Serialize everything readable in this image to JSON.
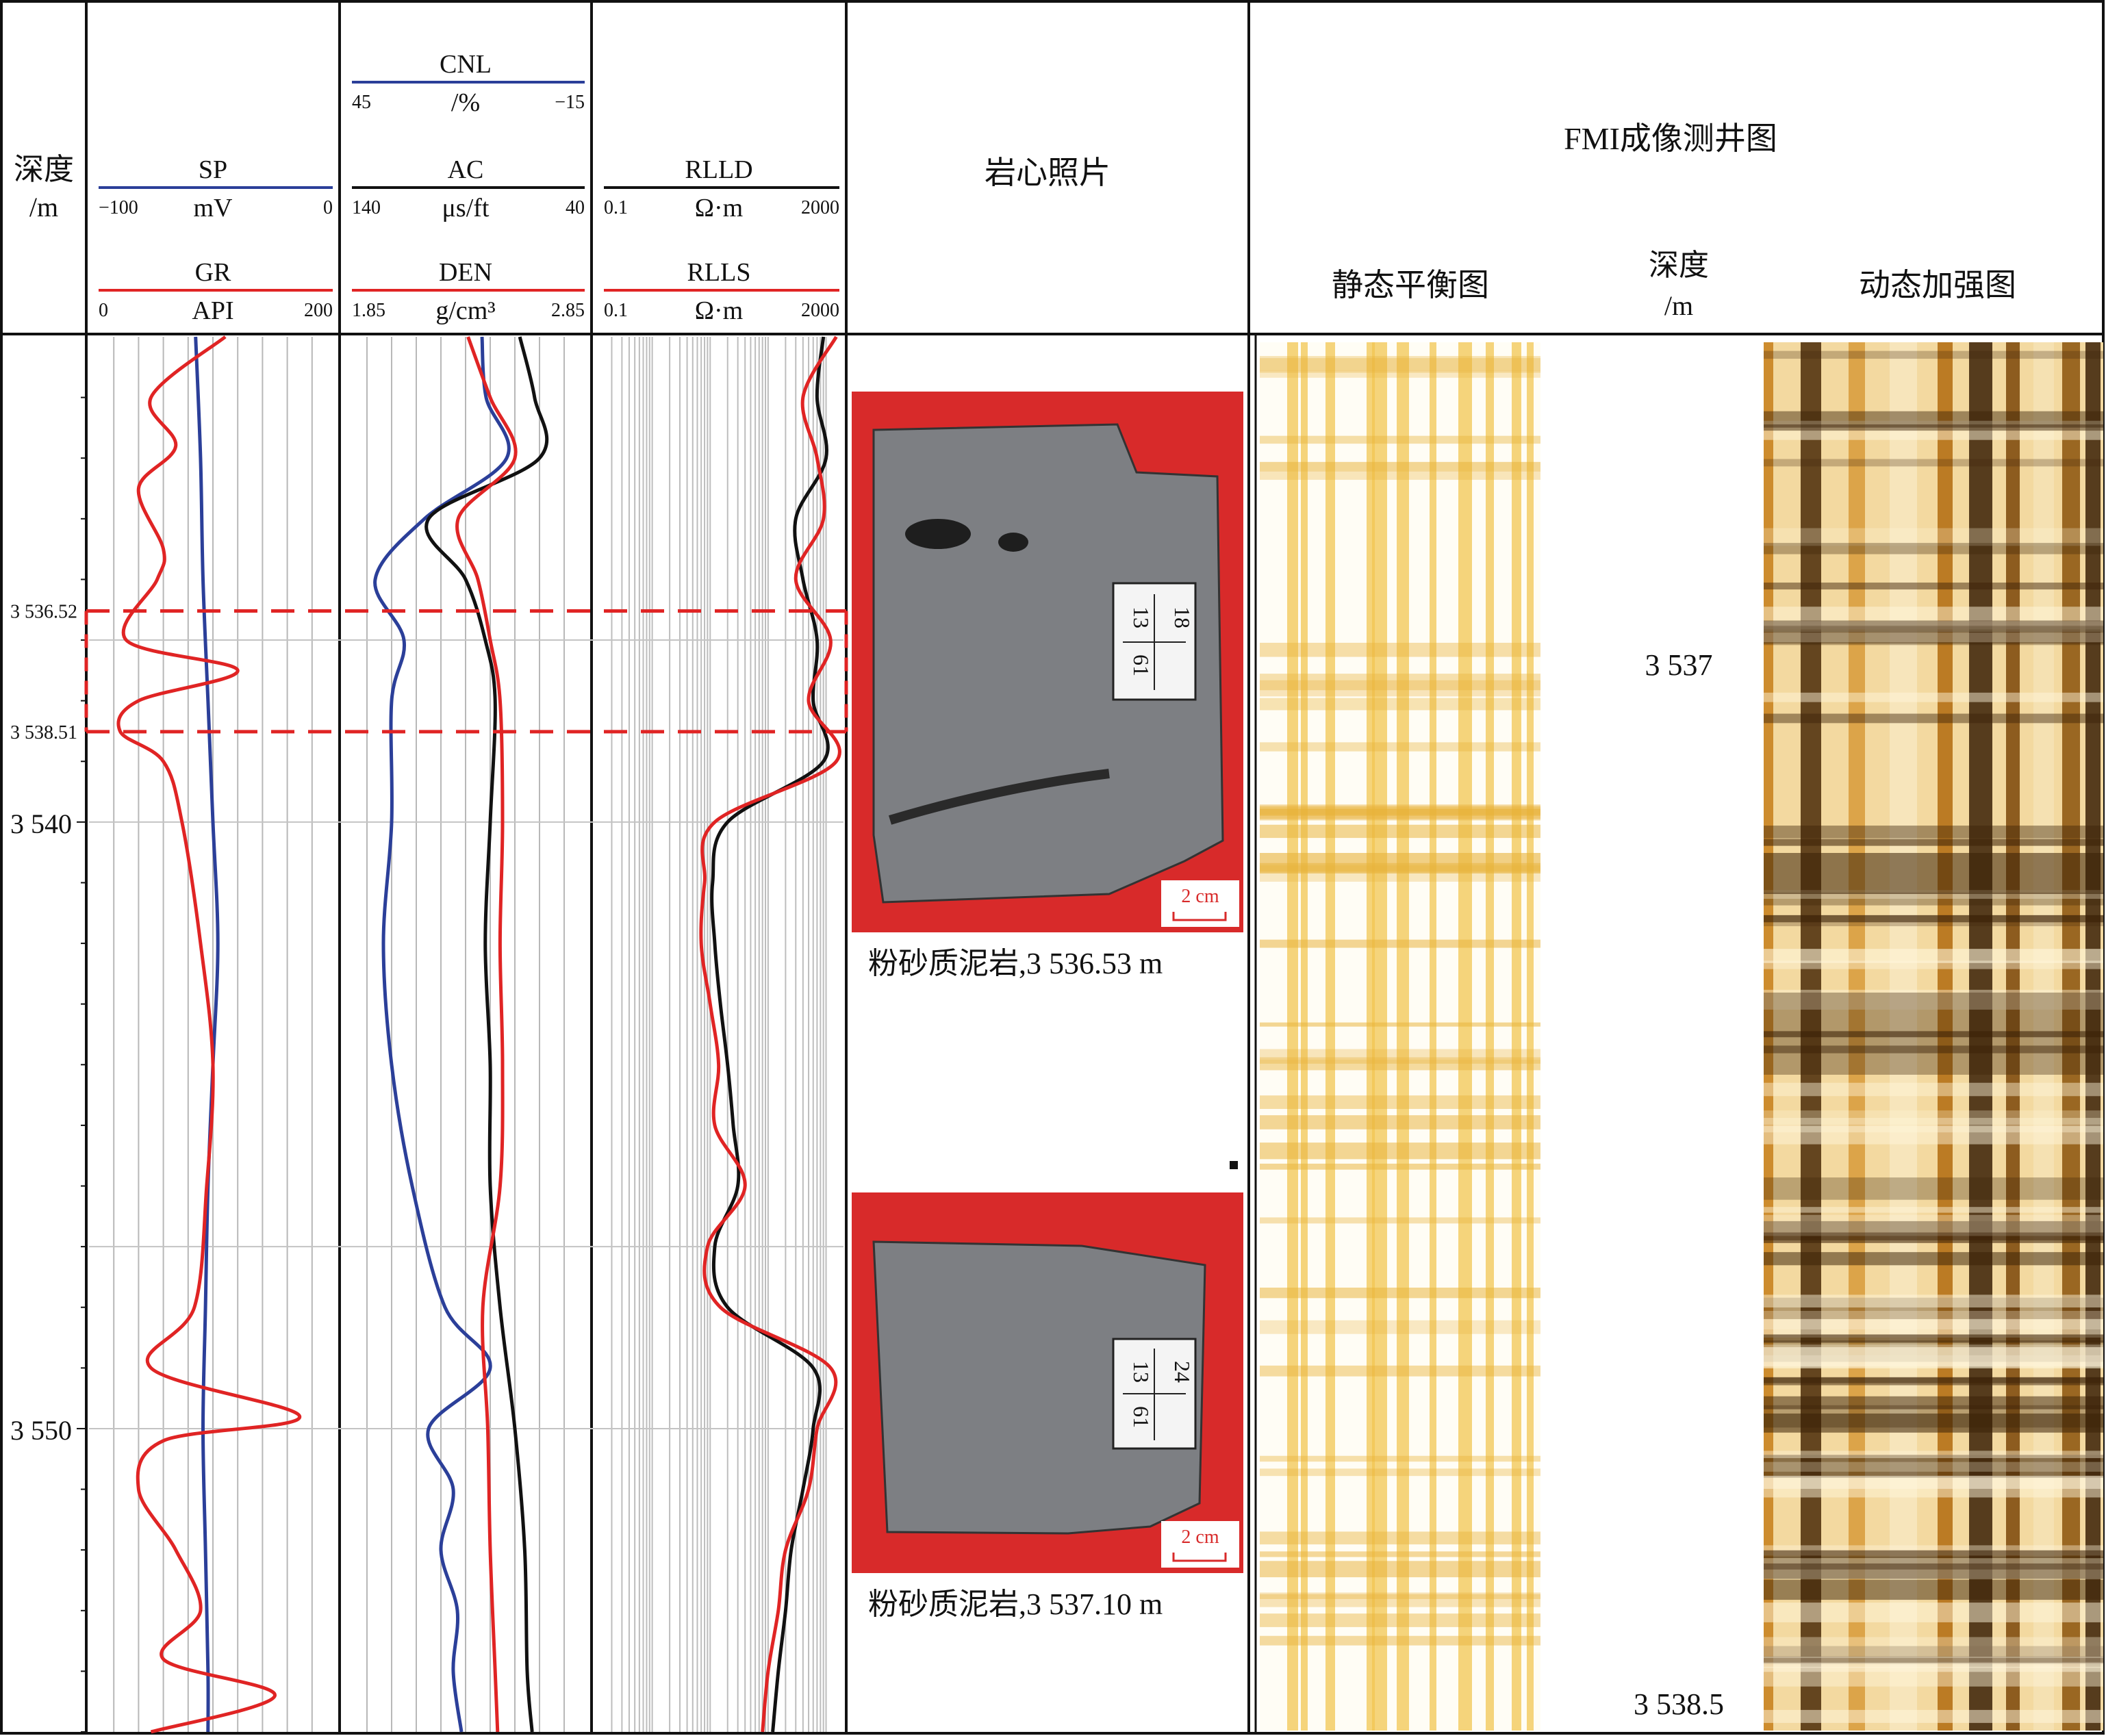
{
  "header": {
    "depth_col": {
      "line1": "深度",
      "line2": "/m"
    },
    "core_title": "岩心照片",
    "fmi_title": "FMI成像测井图",
    "fmi_static": "静态平衡图",
    "fmi_depth": {
      "line1": "深度",
      "line2": "/m"
    },
    "fmi_dynamic": "动态加强图"
  },
  "tracks": [
    {
      "curves": [
        {
          "name": "SP",
          "unit": "mV",
          "min_label": "−100",
          "max_label": "0",
          "color": "#2b3f99"
        },
        {
          "name": "GR",
          "unit": "API",
          "min_label": "0",
          "max_label": "200",
          "color": "#e02424"
        }
      ]
    },
    {
      "curves": [
        {
          "name": "CNL",
          "unit": "/%",
          "min_label": "45",
          "max_label": "−15",
          "color": "#2b3f99"
        },
        {
          "name": "AC",
          "unit": "μs/ft",
          "min_label": "140",
          "max_label": "40",
          "color": "#111111"
        },
        {
          "name": "DEN",
          "unit": "g/cm³",
          "min_label": "1.85",
          "max_label": "2.85",
          "color": "#e02424"
        }
      ]
    },
    {
      "curves": [
        {
          "name": "RLLD",
          "unit": "Ω·m",
          "min_label": "0.1",
          "max_label": "2000",
          "color": "#111111"
        },
        {
          "name": "RLLS",
          "unit": "Ω·m",
          "min_label": "0.1",
          "max_label": "2000",
          "color": "#e02424"
        }
      ]
    }
  ],
  "depth_labels": [
    "3 536.52",
    "3 538.51",
    "3 540",
    "3 550"
  ],
  "core_photos": [
    {
      "caption": "粉砂质泥岩,3 536.53 m",
      "scale": "2 cm",
      "tag": [
        "13",
        "18",
        "61"
      ]
    },
    {
      "caption": "粉砂质泥岩,3 537.10 m",
      "scale": "2 cm",
      "tag": [
        "13",
        "24",
        "61"
      ]
    }
  ],
  "fmi_depth_labels": [
    "3 537",
    "3 538.5"
  ],
  "colors": {
    "sp": "#2b3f99",
    "gr": "#e02424",
    "red_bg": "#d82a2a",
    "rock": "#7d7f83",
    "static": "#f0c14a",
    "dynamic": "#b06a0e"
  },
  "chart_data": {
    "type": "line",
    "y_axis": {
      "label": "深度/m",
      "range": [
        3532,
        3555
      ],
      "inverted": true,
      "ticks": [
        3540,
        3550
      ]
    },
    "highlight_interval": [
      3536.52,
      3538.51
    ],
    "series": [
      {
        "name": "SP",
        "unit": "mV",
        "range": [
          -100,
          0
        ],
        "depth": [
          3532,
          3534,
          3536,
          3538,
          3540,
          3542,
          3544,
          3546,
          3548,
          3550,
          3552,
          3554,
          3555
        ],
        "values": [
          -57,
          -55,
          -54,
          -52,
          -50,
          -48,
          -50,
          -52,
          -53,
          -54,
          -53,
          -52,
          -52
        ]
      },
      {
        "name": "GR",
        "unit": "API",
        "range": [
          0,
          200
        ],
        "depth": [
          3532,
          3533,
          3533.8,
          3534.5,
          3535.5,
          3536,
          3537,
          3537.5,
          3538,
          3538.5,
          3539,
          3540,
          3542,
          3544,
          3546,
          3548,
          3549,
          3549.8,
          3550.2,
          3551,
          3552,
          3553,
          3553.8,
          3554.4,
          3555
        ],
        "values": [
          110,
          50,
          70,
          40,
          60,
          55,
          30,
          120,
          40,
          25,
          60,
          75,
          90,
          100,
          95,
          85,
          50,
          170,
          60,
          40,
          70,
          90,
          60,
          150,
          50
        ]
      },
      {
        "name": "CNL",
        "unit": "%",
        "range": [
          45,
          -15
        ],
        "depth": [
          3532,
          3533,
          3534,
          3535,
          3536,
          3537,
          3538,
          3540,
          3542,
          3544,
          3546,
          3548,
          3549,
          3550,
          3551,
          3552,
          3553,
          3554,
          3555
        ],
        "values": [
          11,
          10,
          5,
          25,
          37,
          30,
          33,
          33,
          35,
          33,
          28,
          20,
          9,
          24,
          18,
          21,
          17,
          18,
          16
        ]
      },
      {
        "name": "AC",
        "unit": "μs/ft",
        "range": [
          140,
          40
        ],
        "depth": [
          3532,
          3533,
          3534,
          3535,
          3536,
          3537,
          3538,
          3540,
          3542,
          3544,
          3546,
          3548,
          3550,
          3552,
          3554,
          3555
        ],
        "values": [
          68,
          62,
          60,
          105,
          90,
          82,
          78,
          80,
          82,
          80,
          80,
          76,
          70,
          66,
          65,
          63
        ]
      },
      {
        "name": "DEN",
        "unit": "g/cm³",
        "range": [
          1.85,
          2.85
        ],
        "depth": [
          3532,
          3533,
          3534,
          3535,
          3536,
          3537,
          3538,
          3540,
          3542,
          3544,
          3546,
          3548,
          3550,
          3552,
          3554,
          3555
        ],
        "values": [
          2.36,
          2.45,
          2.55,
          2.32,
          2.4,
          2.45,
          2.49,
          2.5,
          2.49,
          2.5,
          2.49,
          2.42,
          2.44,
          2.45,
          2.47,
          2.48
        ]
      },
      {
        "name": "RLLD",
        "unit": "Ω·m",
        "range": [
          0.1,
          2000
        ],
        "scale": "log",
        "depth": [
          3532,
          3533,
          3534,
          3535,
          3536,
          3537,
          3538,
          3539,
          3540,
          3541,
          3542,
          3543,
          3544,
          3545,
          3546,
          3547,
          3548,
          3549,
          3550,
          3551,
          3552,
          3553,
          3554,
          3555
        ],
        "values": [
          900,
          700,
          1000,
          300,
          400,
          700,
          600,
          900,
          20,
          11,
          12,
          15,
          20,
          25,
          30,
          12,
          20,
          600,
          600,
          400,
          250,
          200,
          150,
          120
        ]
      },
      {
        "name": "RLLS",
        "unit": "Ω·m",
        "range": [
          0.1,
          2000
        ],
        "scale": "log",
        "depth": [
          3532,
          3533,
          3534,
          3535,
          3536,
          3537,
          3538,
          3539,
          3540,
          3541,
          3542,
          3543,
          3544,
          3545,
          3546,
          3547,
          3548,
          3549,
          3550,
          3551,
          3552,
          3553,
          3554,
          3555
        ],
        "values": [
          1500,
          400,
          700,
          900,
          300,
          1200,
          500,
          1500,
          12,
          8,
          7,
          10,
          14,
          12,
          40,
          9,
          15,
          1200,
          700,
          500,
          200,
          150,
          100,
          80
        ]
      }
    ]
  }
}
